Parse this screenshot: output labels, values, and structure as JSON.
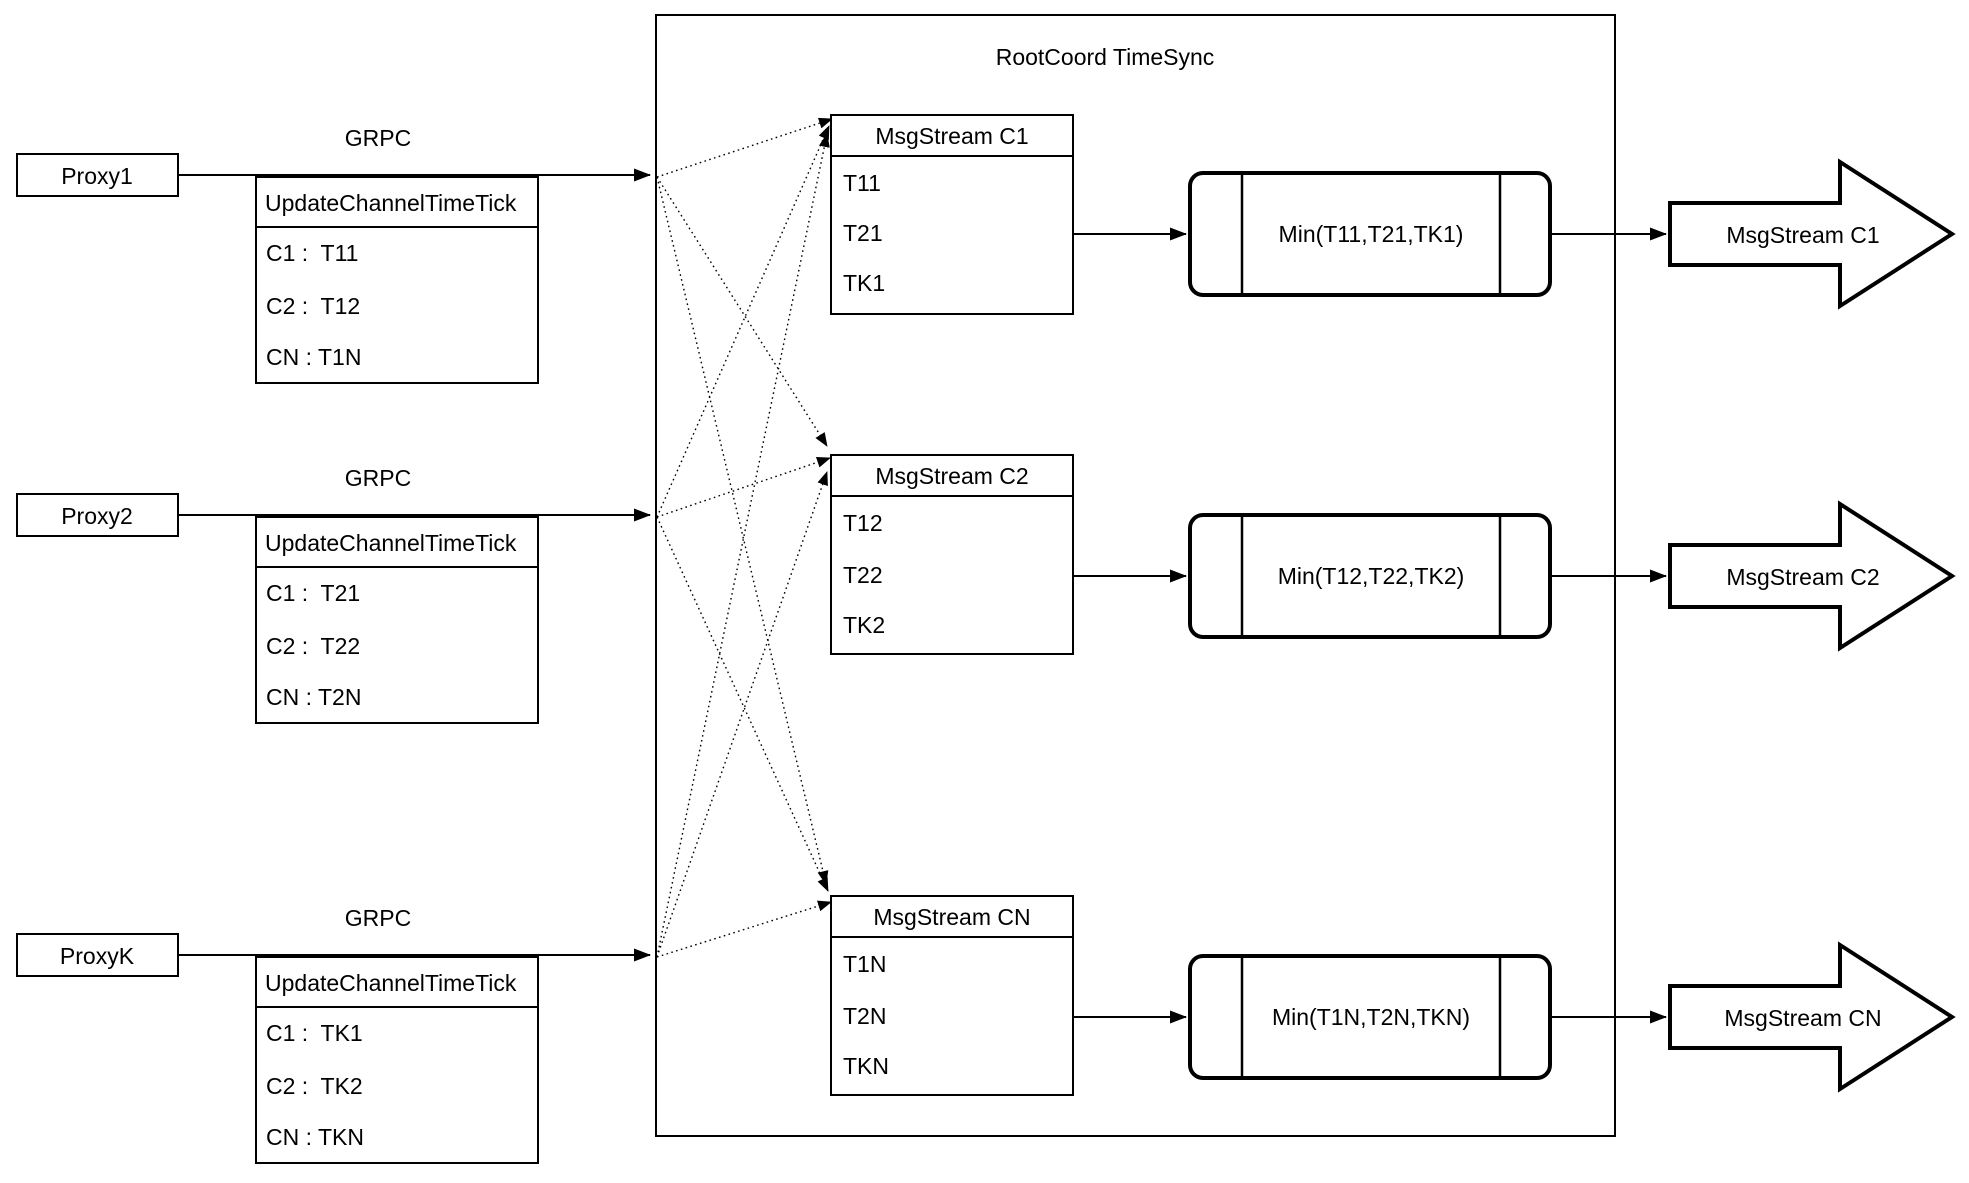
{
  "diagram": {
    "title": "RootCoord TimeSync",
    "colors": {
      "stroke": "#000000",
      "background": "#ffffff"
    },
    "proxies": [
      {
        "name": "Proxy1",
        "protocol": "GRPC",
        "message_type": "UpdateChannelTimeTick",
        "entries": [
          "C1 :  T11",
          "C2 :  T12",
          "CN : T1N"
        ]
      },
      {
        "name": "Proxy2",
        "protocol": "GRPC",
        "message_type": "UpdateChannelTimeTick",
        "entries": [
          "C1 :  T21",
          "C2 :  T22",
          "CN : T2N"
        ]
      },
      {
        "name": "ProxyK",
        "protocol": "GRPC",
        "message_type": "UpdateChannelTimeTick",
        "entries": [
          "C1 :  TK1",
          "C2 :  TK2",
          "CN : TKN"
        ]
      }
    ],
    "streams": [
      {
        "table_header": "MsgStream C1",
        "timestamps": [
          "T11",
          "T21",
          "TK1"
        ],
        "min_label": "Min(T11,T21,TK1)",
        "output_label": "MsgStream C1"
      },
      {
        "table_header": "MsgStream C2",
        "timestamps": [
          "T12",
          "T22",
          "TK2"
        ],
        "min_label": "Min(T12,T22,TK2)",
        "output_label": "MsgStream C2"
      },
      {
        "table_header": "MsgStream CN",
        "timestamps": [
          "T1N",
          "T2N",
          "TKN"
        ],
        "min_label": "Min(T1N,T2N,TKN)",
        "output_label": "MsgStream CN"
      }
    ]
  }
}
